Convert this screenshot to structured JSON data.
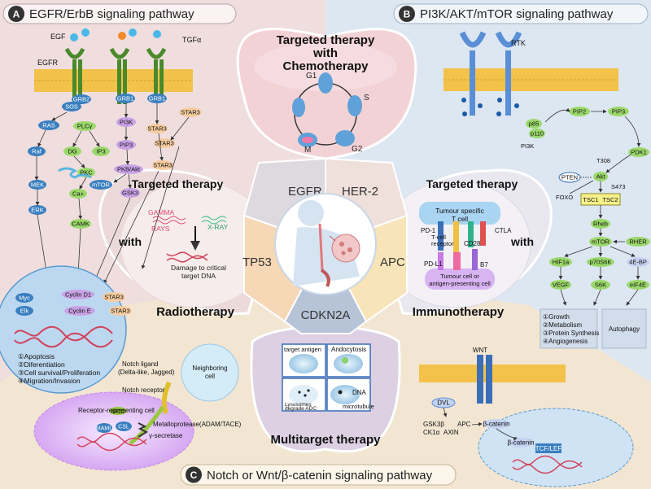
{
  "panels": {
    "a": {
      "letter": "A",
      "title": "EGFR/ErbB signaling pathway"
    },
    "b": {
      "letter": "B",
      "title": "PI3K/AKT/mTOR signaling pathway"
    },
    "c": {
      "letter": "C",
      "title": "Notch or Wnt/β-catenin signaling pathway"
    }
  },
  "petals": {
    "chemo": {
      "line1": "Targeted therapy",
      "line2": "with",
      "line3": "Chemotherapy"
    },
    "radio": {
      "line1": "Targeted therapy",
      "line2": "with",
      "line3": "Radiotherapy"
    },
    "immuno": {
      "line1": "Targeted therapy",
      "line2": "with",
      "line3": "Immunotherapy"
    },
    "multi": {
      "title": "Multitarget therapy"
    }
  },
  "genes": {
    "egfr": "EGFR",
    "her2": "HER-2",
    "tp53": "TP53",
    "apc": "APC",
    "cdkn2a": "CDKN2A"
  },
  "cell_cycle": {
    "g1": "G1",
    "s": "S",
    "g2": "G2",
    "m": "M"
  },
  "radio_detail": {
    "gamma1": "GAMMA",
    "gamma2": "RAYS",
    "xray": "X-RAY",
    "damage1": "Damage to critical",
    "damage2": "target DNA"
  },
  "immuno_detail": {
    "tcell1": "Tumour specific",
    "tcell2": "T cell",
    "pd1": "PD-1",
    "tcr1": "T-cell",
    "tcr2": "receptor",
    "ctla": "CTLA",
    "cd28": "CD28",
    "pdl1": "PD-L1",
    "b7": "B7",
    "apc1": "Tumour cell or",
    "apc2": "antigen-presenting cell"
  },
  "multi_detail": {
    "antigen": "target antigen",
    "endo": "Andocytosis",
    "lyso1": "Lysosomes",
    "lyso2": "degrade ADC",
    "dna": "DNA",
    "micro": "microtubule"
  },
  "egfr_pathway": {
    "egf": "EGF",
    "tgf": "TGFα",
    "egfr": "EGFR",
    "grb2": "GRB2",
    "sos": "SOS",
    "grb1a": "GRB1",
    "grb1b": "GRB1",
    "star3a": "STAR3",
    "ras": "RAS",
    "plcg": "PLCγ",
    "pi3k": "PI3K",
    "star3b": "STAR3",
    "raf": "Raf",
    "dg": "DG",
    "ip3": "IP3",
    "pip3": "PIP3",
    "pkc": "PKC",
    "pkb": "PKB/Akt",
    "star3c": "STAR3",
    "star3d": "STAR3",
    "mek": "MEK",
    "ca": "Ca+",
    "mtor": "mTOR",
    "gsk3": "GSK3",
    "erk": "ERK",
    "camk": "CAMK",
    "myc": "Myc",
    "elk": "Elk",
    "cyclind1": "Cyclin D1",
    "cycline": "Cyclin E",
    "star3e": "STAR3",
    "star3f": "STAR3",
    "out1": "①Apoptosis",
    "out2": "②Diferentiation",
    "out3": "③Cell survival/Proliferation",
    "out4": "④Migration/Invasion"
  },
  "pi3k_pathway": {
    "rtk": "RTK",
    "p85": "p85",
    "p110": "p110",
    "pi3k": "PI3K",
    "pip2": "PIP2",
    "pip3": "PIP3",
    "pdk1": "PDK1",
    "t308": "T308",
    "akt": "Akt",
    "s473": "S473",
    "pten": "PTEN",
    "foxo": "FOXO",
    "tsc1": "TSC1",
    "tsc2": "TSC2",
    "rheb": "Rheb",
    "mtor": "mTOR",
    "rher": "RHER",
    "hif": "HIF1a",
    "p70": "p70S6K",
    "ebp": "4E-BP",
    "vegf": "VEGF",
    "s6k": "S6K",
    "eif": "eIF4E",
    "out1": "①Growth",
    "out2": "②Metabolism",
    "out3": "③Protein Synthesis",
    "out4": "④Angiogenesis",
    "autophagy": "Autophagy"
  },
  "notch": {
    "ligand1": "Notch ligand",
    "ligand2": "(Delta-like, Jagged)",
    "neighbor1": "Neighboring",
    "neighbor2": "cell",
    "receptor": "Notch receptor",
    "rcell": "Receptor-representing cell",
    "nicd": "NICD",
    "maml": "MAML",
    "csl": "CSL",
    "metallo": "Metalloprotease(ADAM/TACE)",
    "gamma": "γ-secretase"
  },
  "wnt": {
    "wnt": "WNT",
    "dvl": "DVL",
    "gsk": "GSK3β",
    "ck": "CK1α",
    "axin": "AXIN",
    "apc": "APC",
    "bcat1": "β-catenin",
    "bcat2": "β-catenin",
    "tcf": "TCF/LEF"
  },
  "colors": {
    "panel_a": "#f0dede",
    "panel_b": "#dde7f2",
    "panel_c": "#f2e6d3",
    "node_green": "#9bd86b",
    "node_blue": "#3a7fc0",
    "node_purple": "#c9a2e6"
  }
}
